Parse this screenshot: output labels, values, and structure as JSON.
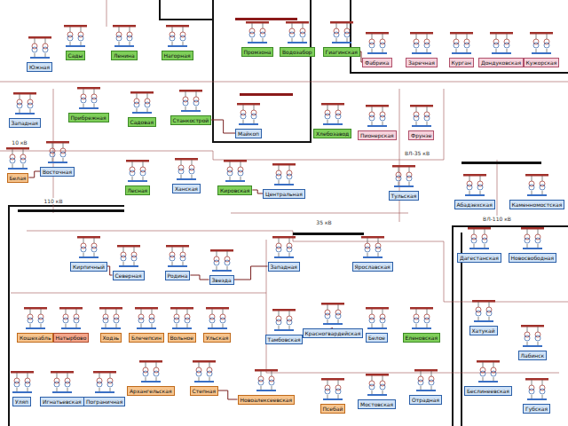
{
  "diagram": {
    "nodes": [
      {
        "text": [
          "Южная"
        ]
      },
      {
        "text": [
          "Сады"
        ]
      },
      {
        "text": [
          "Ленина"
        ]
      },
      {
        "text": [
          "Нагорная"
        ]
      },
      {
        "text": [
          "Промзона"
        ]
      },
      {
        "text": [
          "Водозабор"
        ]
      },
      {
        "text": [
          "Гиагинская"
        ]
      },
      {
        "text": [
          "Фабрика"
        ]
      },
      {
        "text": [
          "Заречная"
        ]
      },
      {
        "text": [
          "Курган"
        ]
      },
      {
        "text": [
          "Дондуковская"
        ]
      },
      {
        "text": [
          "Кужорская"
        ]
      },
      {
        "text": [
          "Западная"
        ]
      },
      {
        "text": [
          "Прибрежная"
        ]
      },
      {
        "text": [
          "Садовая"
        ]
      },
      {
        "text": [
          "Станкострой"
        ]
      },
      {
        "text": [
          "Майкоп"
        ]
      },
      {
        "text": [
          "Хлебозавод"
        ]
      },
      {
        "text": [
          "Пионерская"
        ]
      },
      {
        "text": [
          "Фрунзе"
        ]
      },
      {
        "text": [
          "Белая"
        ]
      },
      {
        "text": [
          "Восточная"
        ]
      },
      {
        "text": [
          "Лесная"
        ]
      },
      {
        "text": [
          "Ханская"
        ]
      },
      {
        "text": [
          "Кировская"
        ]
      },
      {
        "text": [
          "Центральная"
        ]
      },
      {
        "text": [
          "Тульская"
        ]
      },
      {
        "text": [
          "Абадзехская"
        ]
      },
      {
        "text": [
          "Каменномостская"
        ]
      },
      {
        "text": [
          "Кирпичный"
        ]
      },
      {
        "text": [
          "Северная"
        ]
      },
      {
        "text": [
          "Родина"
        ]
      },
      {
        "text": [
          "Звезда"
        ]
      },
      {
        "text": [
          "Западная"
        ]
      },
      {
        "text": [
          "Ярославская"
        ]
      },
      {
        "text": [
          "Дагестанская"
        ]
      },
      {
        "text": [
          "Новосвободная"
        ]
      },
      {
        "text": [
          "Кошехабль"
        ]
      },
      {
        "text": [
          "Натырбово"
        ]
      },
      {
        "text": [
          "Ходзь"
        ]
      },
      {
        "text": [
          "Блечепсин"
        ]
      },
      {
        "text": [
          "Вольное"
        ]
      },
      {
        "text": [
          "Ульская"
        ]
      },
      {
        "text": [
          "Тамбовская"
        ]
      },
      {
        "text": [
          "Красногвардейская"
        ]
      },
      {
        "text": [
          "Белое"
        ]
      },
      {
        "text": [
          "Еленовская"
        ]
      },
      {
        "text": [
          "Хатукай"
        ]
      },
      {
        "text": [
          "Лабинск"
        ]
      },
      {
        "text": [
          "Уляп"
        ]
      },
      {
        "text": [
          "Игнатьевская"
        ]
      },
      {
        "text": [
          "Пограничная"
        ]
      },
      {
        "text": [
          "Архангельская"
        ]
      },
      {
        "text": [
          "Степная"
        ]
      },
      {
        "text": [
          "Новоалексеевская"
        ]
      },
      {
        "text": [
          "Псебай"
        ]
      },
      {
        "text": [
          "Мостовская"
        ]
      },
      {
        "text": [
          "Отрадная"
        ]
      },
      {
        "text": [
          "Беслинеевская"
        ]
      },
      {
        "text": [
          "Губская"
        ]
      }
    ],
    "edges": [
      {
        "from": 29,
        "to": 30,
        "arrow": "none"
      },
      {
        "from": 31,
        "to": 32,
        "arrow": "none"
      },
      {
        "from": 32,
        "to": 33,
        "arrow": "none"
      },
      {
        "from": 43,
        "to": 44,
        "arrow": "none"
      },
      {
        "from": 53,
        "to": 54,
        "arrow": "none"
      },
      {
        "from": 20,
        "to": 21,
        "arrow": "none"
      },
      {
        "from": 24,
        "to": 25,
        "arrow": "none"
      },
      {
        "from": 6,
        "to": 7,
        "arrow": "none"
      },
      {
        "from": 15,
        "to": 16,
        "arrow": "none"
      }
    ],
    "labels": [
      "110 кВ",
      "35 кВ",
      "ВЛ-110 кВ",
      "10 кВ",
      "ВЛ-35 кВ"
    ]
  }
}
